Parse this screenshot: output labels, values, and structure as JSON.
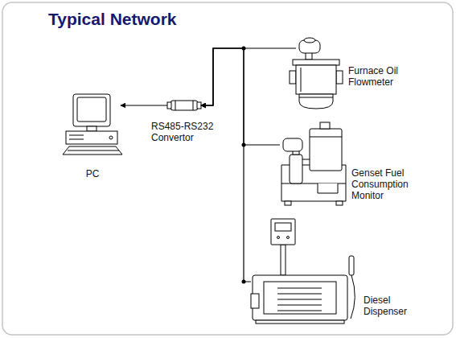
{
  "diagram": {
    "title": "Typical Network",
    "nodes": [
      {
        "text": [
          "PC"
        ]
      },
      {
        "text": [
          "RS485-RS232 Convertor"
        ]
      },
      {
        "text": [
          "Furnace Oil Flowmeter"
        ]
      },
      {
        "text": [
          "Genset Fuel Consumption Monitor"
        ]
      },
      {
        "text": [
          "Diesel Dispenser"
        ]
      }
    ],
    "edges": [
      {
        "from": 1,
        "to": 0,
        "arrow": "to"
      },
      {
        "from": 2,
        "to": 1,
        "arrow": "to"
      },
      {
        "from": 3,
        "to": 1,
        "arrow": "to"
      },
      {
        "from": 4,
        "to": 1,
        "arrow": "to"
      }
    ]
  }
}
